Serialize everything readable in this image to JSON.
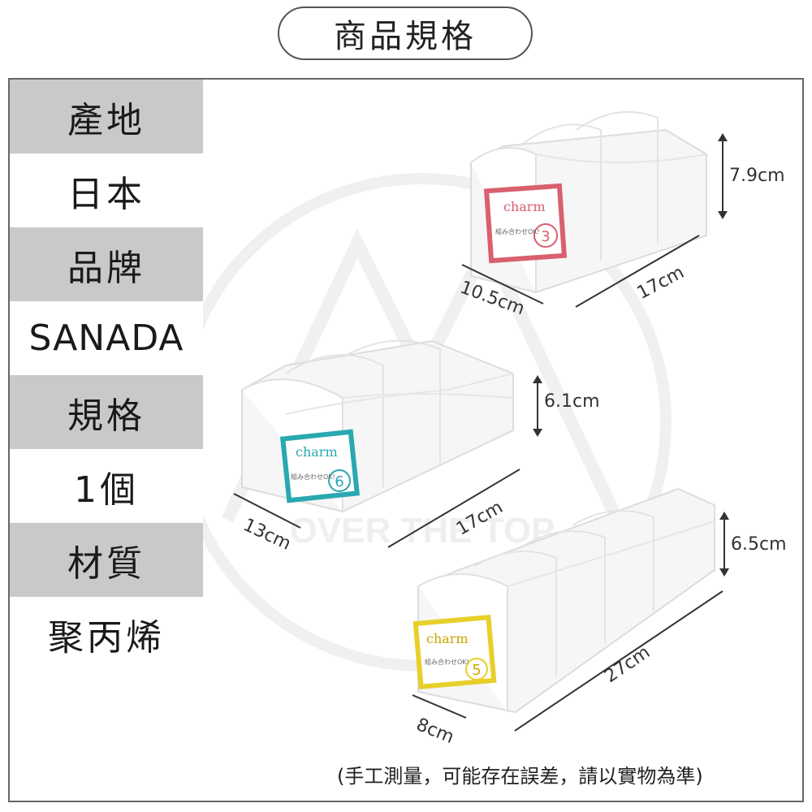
{
  "title": "商品規格",
  "spec": [
    {
      "header": "產地",
      "value": "日本"
    },
    {
      "header": "品牌",
      "value": "SANADA"
    },
    {
      "header": "規格",
      "value": "1個"
    },
    {
      "header": "材質",
      "value": "聚丙烯"
    }
  ],
  "watermark": "OVER THE TOP",
  "products": [
    {
      "name": "charm",
      "number": "3",
      "label_sub": "組み合わせOK!",
      "accent": "#d9606e",
      "dims": {
        "height": "7.9cm",
        "width": "17cm",
        "depth": "10.5cm"
      }
    },
    {
      "name": "charm",
      "number": "6",
      "label_sub": "組み合わせOK!",
      "accent": "#2aa8b0",
      "dims": {
        "height": "6.1cm",
        "width": "17cm",
        "depth": "13cm"
      }
    },
    {
      "name": "charm",
      "number": "5",
      "label_sub": "組み合わせOK!",
      "accent": "#e8cf2a",
      "dims": {
        "height": "6.5cm",
        "width": "27cm",
        "depth": "8cm"
      }
    }
  ],
  "footnote": "(手工測量，可能存在誤差，請以實物為準)"
}
